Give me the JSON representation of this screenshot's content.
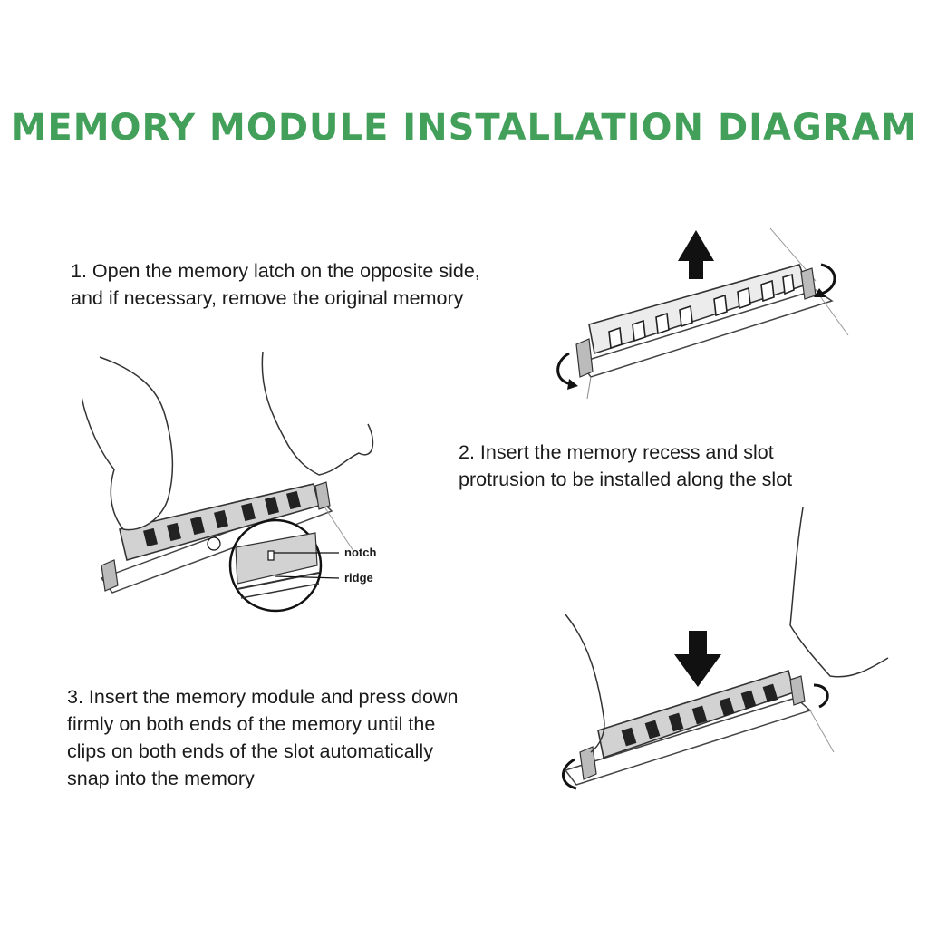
{
  "title": "MEMORY MODULE INSTALLATION DIAGRAM",
  "steps": [
    {
      "lines": [
        "1. Open the memory latch on the opposite side,",
        "and if necessary, remove the original memory"
      ]
    },
    {
      "lines": [
        "2. Insert the memory recess and slot",
        "protrusion to be installed along the slot"
      ]
    },
    {
      "lines": [
        "3. Insert the memory module and press down",
        "firmly on both ends of the memory until the",
        "clips on both ends of the slot automatically",
        "snap into the memory"
      ]
    }
  ],
  "callouts": {
    "notch": "notch",
    "ridge": "ridge"
  },
  "colors": {
    "title": "#43a05a",
    "text": "#1b1b1b",
    "module_fill": "#d2d2d2",
    "chip": "#222222"
  },
  "icons": [
    "arrow-up-icon",
    "arrow-down-icon",
    "latch-rotate-icon",
    "magnifier-circle-icon"
  ]
}
